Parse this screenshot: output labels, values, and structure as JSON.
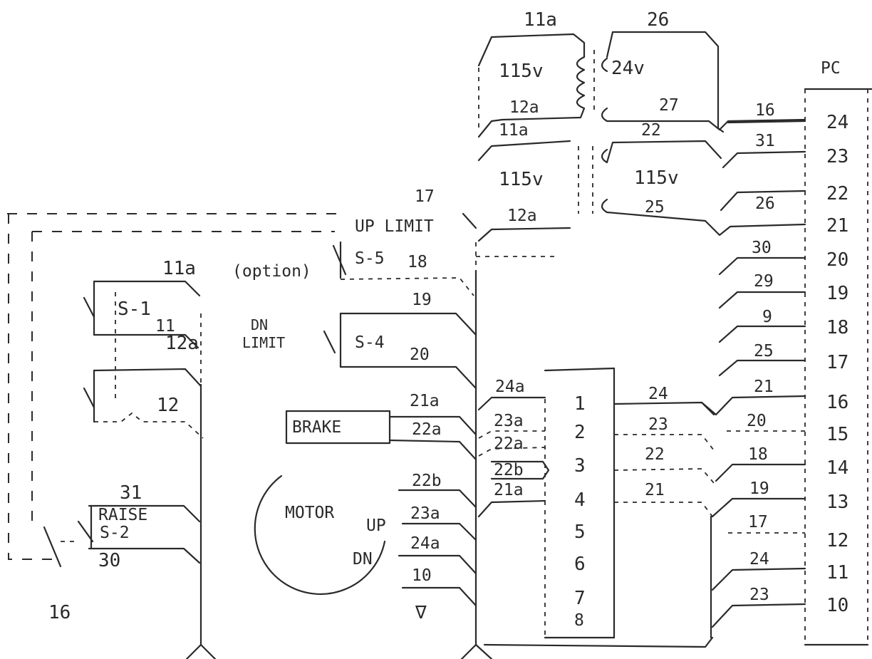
{
  "transformer_upper": {
    "wire_top": "11a",
    "primary_voltage": "115v",
    "wire_bottom": "12a",
    "secondary_voltage": "24v",
    "wire_secondary_top": "26",
    "wire_secondary_bottom": "27"
  },
  "transformer_lower": {
    "wire_top": "11a",
    "primary_voltage": "115v",
    "wire_bottom": "12a",
    "secondary_voltage": "115v",
    "wire_secondary_top": "22",
    "wire_secondary_bottom": "25"
  },
  "pc_connector": {
    "label": "PC",
    "pins": [
      "24",
      "23",
      "22",
      "21",
      "20",
      "19",
      "18",
      "17",
      "16",
      "15",
      "14",
      "13",
      "12",
      "11",
      "10"
    ],
    "wires": [
      "16",
      "31",
      "26",
      "30",
      "29",
      "9",
      "25",
      "21",
      "20",
      "18",
      "19",
      "17",
      "24",
      "23"
    ]
  },
  "terminal_block": {
    "pins": [
      "1",
      "2",
      "3",
      "4",
      "5",
      "6",
      "7",
      "8"
    ],
    "right_wires": [
      "24",
      "23",
      "22",
      "21"
    ],
    "left_wires": [
      "24a",
      "23a",
      "22a",
      "22b",
      "21a"
    ]
  },
  "limits": {
    "up_number": "17",
    "up_label": "UP LIMIT",
    "up_switch": "S-5",
    "up_option": "(option)",
    "up_wire": "18",
    "dn_wire_top": "19",
    "dn_label_line1": "DN",
    "dn_label_line2": "LIMIT",
    "dn_switch": "S-4",
    "dn_wire_bottom": "20"
  },
  "switches": {
    "s1_label": "S-1",
    "s1_wire_top": "11a",
    "s1_wire_bottom": "11",
    "s2_wire_top": "12a",
    "s2_wire_bottom": "12",
    "raise_label": "RAISE",
    "raise_switch": "S-2",
    "raise_wire_top": "31",
    "raise_wire_bottom": "30"
  },
  "brake": {
    "label": "BRAKE",
    "wire_top": "21a",
    "wire_bottom": "22a"
  },
  "motor": {
    "label": "MOTOR",
    "up_label": "UP",
    "dn_label": "DN",
    "wire_22b": "22b",
    "wire_23a": "23a",
    "wire_24a": "24a",
    "wire_10": "10",
    "ground_symbol": "∇"
  },
  "misc": {
    "bottom_left_number": "16"
  }
}
